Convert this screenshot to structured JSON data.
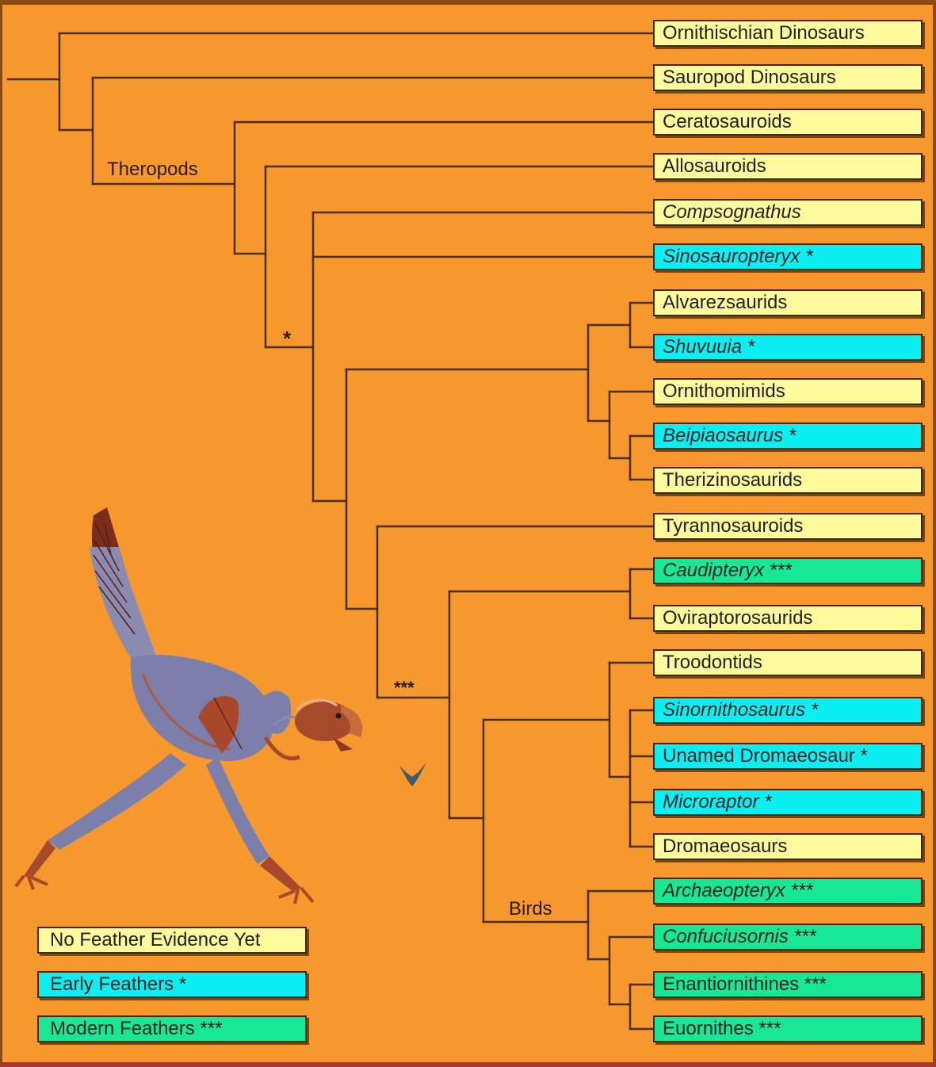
{
  "taxa": [
    {
      "name": "Ornithischian Dinosaurs",
      "feathers": "none",
      "italic": false
    },
    {
      "name": "Sauropod Dinosaurs",
      "feathers": "none",
      "italic": false
    },
    {
      "name": "Ceratosauroids",
      "feathers": "none",
      "italic": false
    },
    {
      "name": "Allosauroids",
      "feathers": "none",
      "italic": false
    },
    {
      "name": "Compsognathus",
      "feathers": "none",
      "italic": true
    },
    {
      "name": "Sinosauropteryx *",
      "feathers": "early",
      "italic": true
    },
    {
      "name": "Alvarezsaurids",
      "feathers": "none",
      "italic": false
    },
    {
      "name": "Shuvuuia *",
      "feathers": "early",
      "italic": true
    },
    {
      "name": "Ornithomimids",
      "feathers": "none",
      "italic": false
    },
    {
      "name": "Beipiaosaurus *",
      "feathers": "early",
      "italic": true
    },
    {
      "name": "Therizinosaurids",
      "feathers": "none",
      "italic": false
    },
    {
      "name": "Tyrannosauroids",
      "feathers": "none",
      "italic": false
    },
    {
      "name": "Caudipteryx ***",
      "feathers": "modern",
      "italic": true
    },
    {
      "name": "Oviraptorosaurids",
      "feathers": "none",
      "italic": false
    },
    {
      "name": "Troodontids",
      "feathers": "none",
      "italic": false
    },
    {
      "name": "Sinornithosaurus *",
      "feathers": "early",
      "italic": true
    },
    {
      "name": "Unamed Dromaeosaur *",
      "feathers": "early",
      "italic": false
    },
    {
      "name": "Microraptor *",
      "feathers": "early",
      "italic": true
    },
    {
      "name": "Dromaeosaurs",
      "feathers": "none",
      "italic": false
    },
    {
      "name": "Archaeopteryx ***",
      "feathers": "modern",
      "italic": true
    },
    {
      "name": "Confuciusornis ***",
      "feathers": "modern",
      "italic": true
    },
    {
      "name": "Enantiornithines ***",
      "feathers": "modern",
      "italic": false
    },
    {
      "name": "Euornithes ***",
      "feathers": "modern",
      "italic": false
    }
  ],
  "clade_labels": {
    "theropods": "Theropods",
    "birds": "Birds",
    "early_marker": "*",
    "modern_marker": "***"
  },
  "legend": [
    {
      "label": "No Feather Evidence Yet",
      "feathers": "none"
    },
    {
      "label": "Early Feathers *",
      "feathers": "early"
    },
    {
      "label": "Modern Feathers ***",
      "feathers": "modern"
    }
  ],
  "colors": {
    "background": "#F7982F",
    "no_feathers": "#FFFA9C",
    "early_feathers": "#0BEFF2",
    "modern_feathers": "#17E896",
    "line": "#4a2e0c"
  },
  "illustration": "feathered-theropod-dinosaur"
}
